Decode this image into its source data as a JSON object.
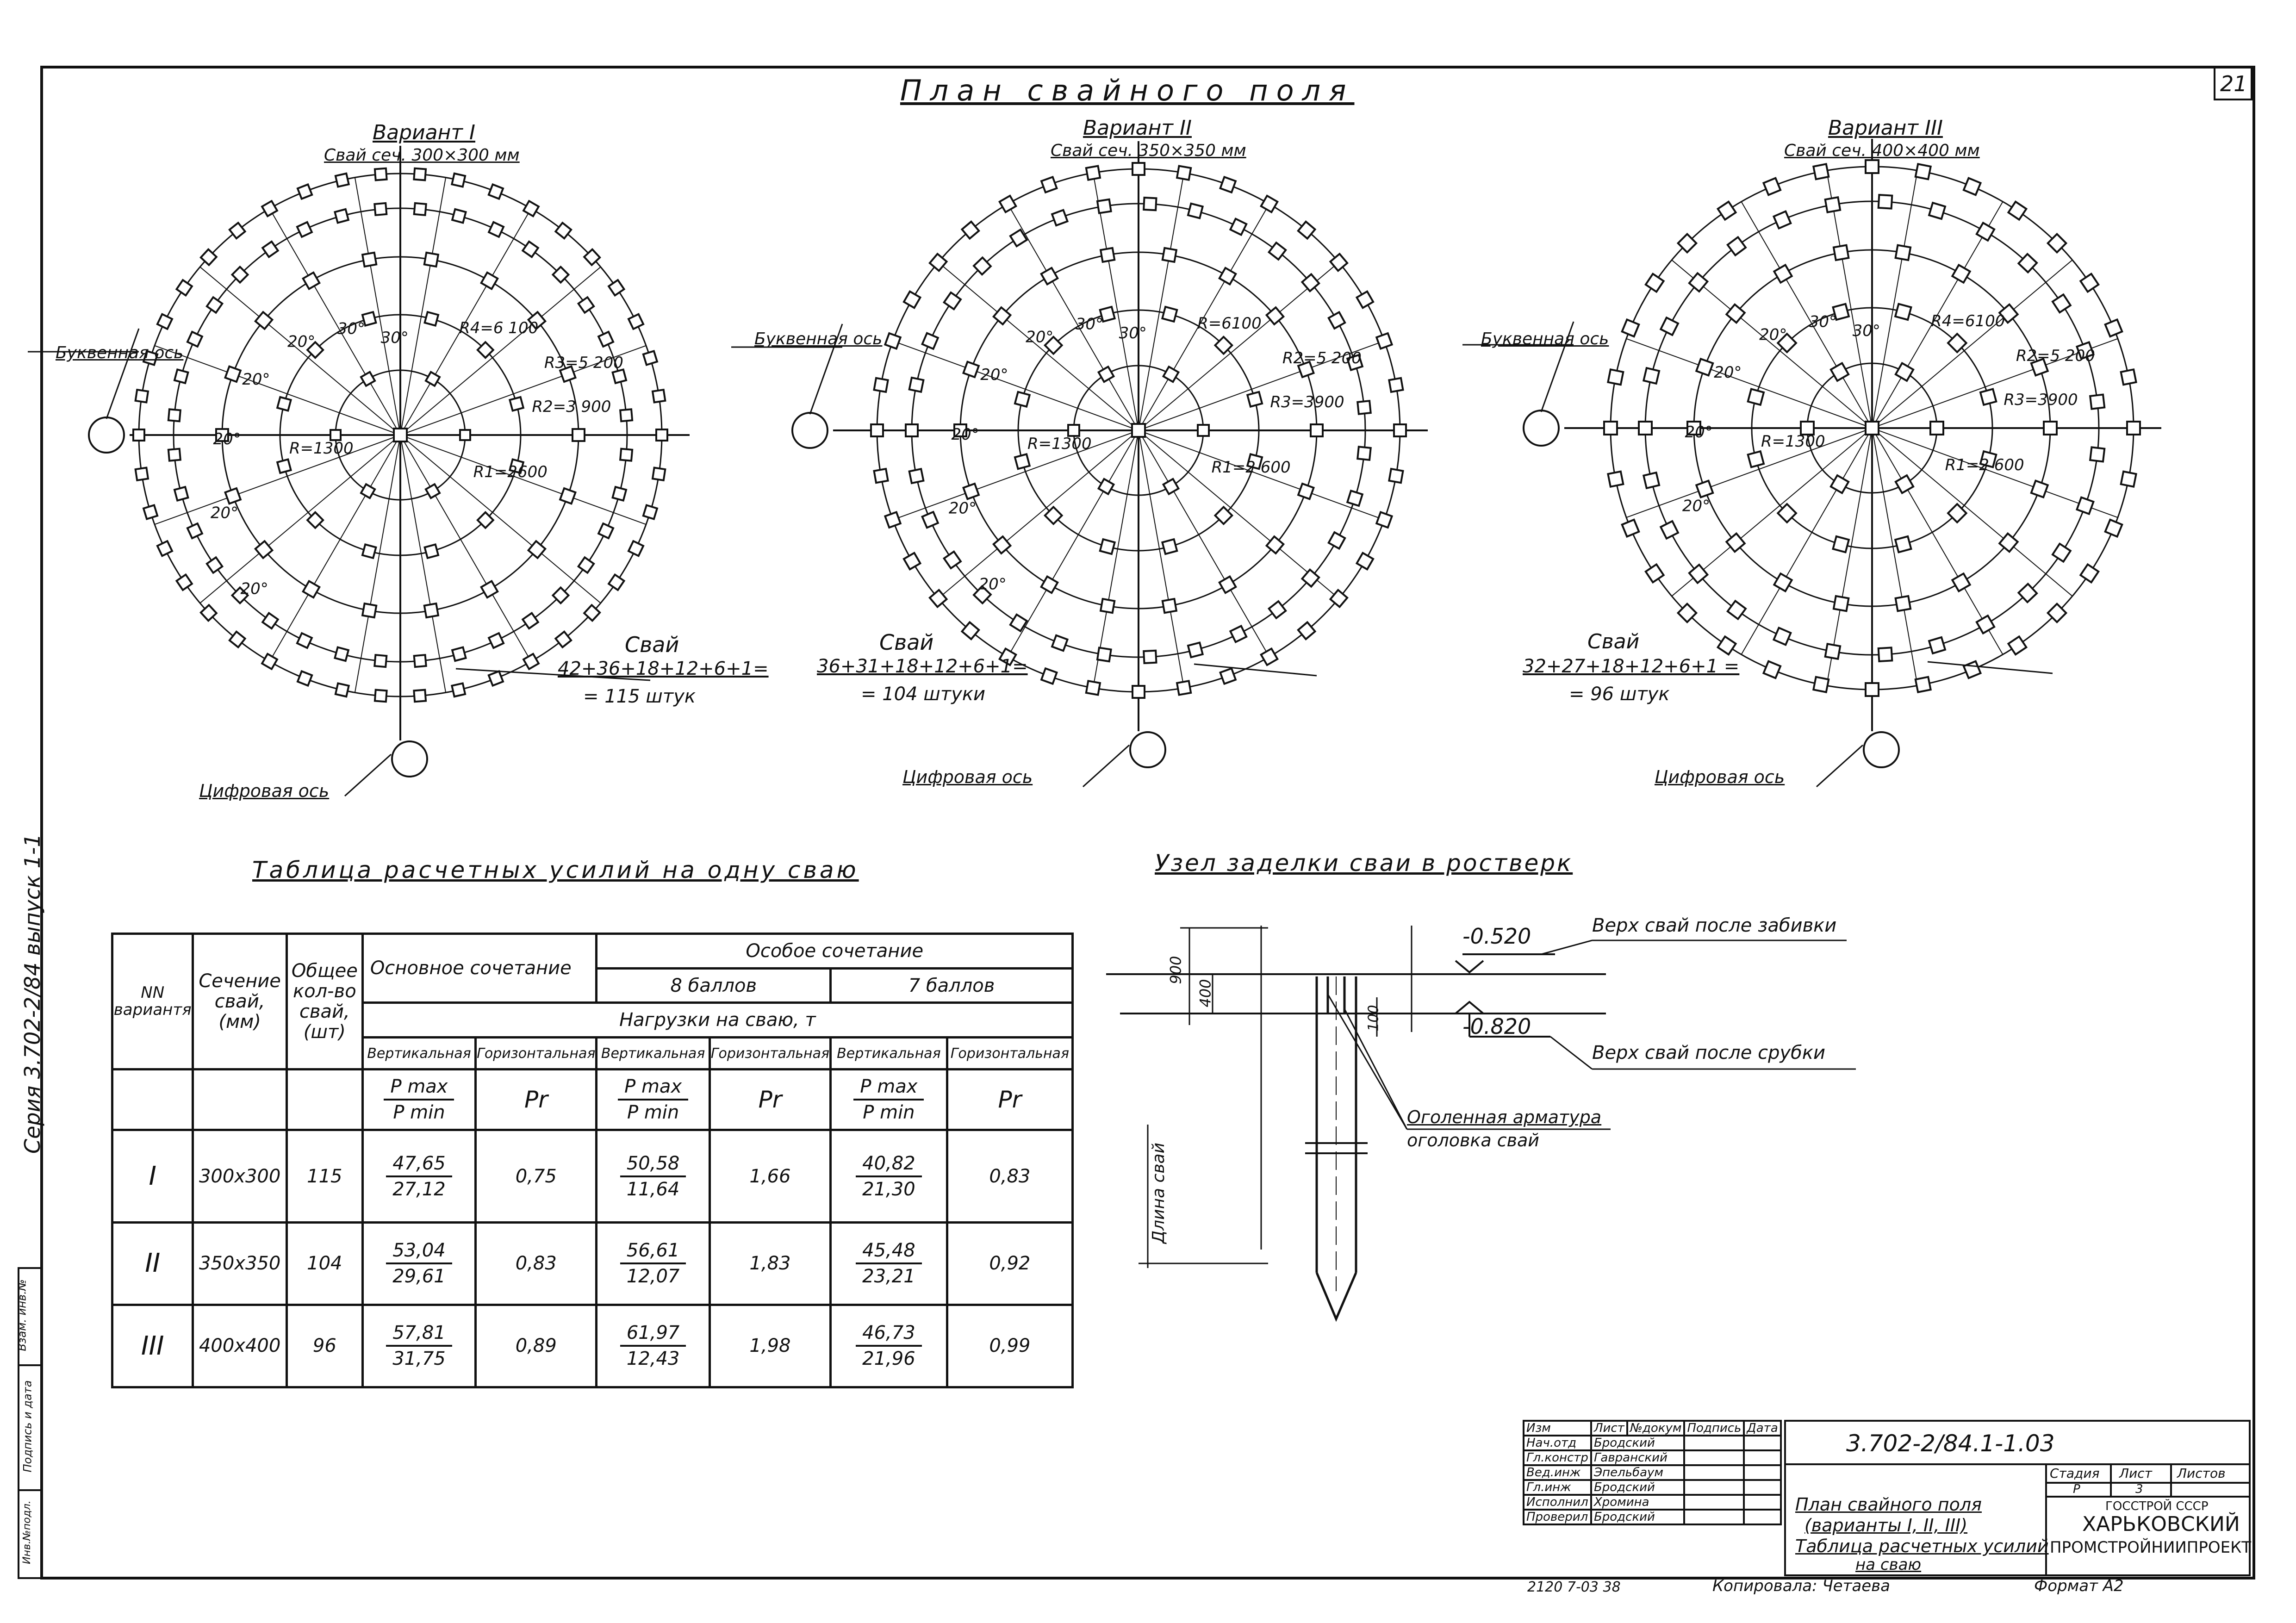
{
  "sheet": {
    "page_number": "21",
    "series_side": "Серия 3.702-2/84 выпуск 1-1",
    "side_stamp": [
      "Взам. инв.№",
      "Подпись и дата",
      "Инв.№подл."
    ]
  },
  "plan": {
    "title": "План свайного поля",
    "letter_axis": "Буквенная ось",
    "digit_axis": "Цифровая ось",
    "variants": [
      {
        "name": "Вариант I",
        "section": "Свай сеч. 300×300 мм",
        "count_label": "Свай",
        "count_formula": "42+36+18+12+6+1=",
        "count_total": "= 115 штук",
        "radii": [
          "R=1300",
          "R1=2600",
          "R2=3 900",
          "R3=5 200",
          "R4=6 100"
        ],
        "angles": [
          "30°",
          "30°",
          "20°",
          "20°",
          "20°",
          "20°",
          "20°"
        ]
      },
      {
        "name": "Вариант II",
        "section": "Свай сеч. 350×350 мм",
        "count_label": "Свай",
        "count_formula": "36+31+18+12+6+1=",
        "count_total": "= 104 штуки",
        "radii": [
          "R=1300",
          "R1=2 600",
          "R3=3900",
          "R2=5 200",
          "R=6100"
        ],
        "angles": [
          "30°",
          "30°",
          "20°",
          "20°",
          "20°",
          "20°",
          "20°"
        ]
      },
      {
        "name": "Вариант III",
        "section": "Свай сеч. 400×400 мм",
        "count_label": "Свай",
        "count_formula": "32+27+18+12+6+1 =",
        "count_total": "= 96 штук",
        "radii": [
          "R=1300",
          "R1=2 600",
          "R3=3900",
          "R2=5 200",
          "R4=6100"
        ],
        "angles": [
          "30°",
          "30°",
          "20°",
          "20°",
          "20°",
          "20°"
        ]
      }
    ]
  },
  "table": {
    "title": "Таблица расчетных усилий на одну сваю",
    "h_num": "NN вариантя",
    "h_section": "Сечение свай, (мм)",
    "h_total": "Общее кол-во свай, (шт)",
    "h_basic": "Основное сочетание",
    "h_special": "Особое сочетание",
    "h_8": "8 баллов",
    "h_7": "7 баллов",
    "h_loads": "Нагрузки на сваю, т",
    "h_vert": "Вертикальная",
    "h_horiz": "Горизонтальная",
    "h_pmax": "P max",
    "h_pmin": "P min",
    "h_pr": "Pr",
    "rows": [
      {
        "num": "I",
        "section": "300x300",
        "total": "115",
        "b_max": "47,65",
        "b_min": "27,12",
        "b_pr": "0,75",
        "s8_max": "50,58",
        "s8_min": "11,64",
        "s8_pr": "1,66",
        "s7_max": "40,82",
        "s7_min": "21,30",
        "s7_pr": "0,83"
      },
      {
        "num": "II",
        "section": "350x350",
        "total": "104",
        "b_max": "53,04",
        "b_min": "29,61",
        "b_pr": "0,83",
        "s8_max": "56,61",
        "s8_min": "12,07",
        "s8_pr": "1,83",
        "s7_max": "45,48",
        "s7_min": "23,21",
        "s7_pr": "0,92"
      },
      {
        "num": "III",
        "section": "400x400",
        "total": "96",
        "b_max": "57,81",
        "b_min": "31,75",
        "b_pr": "0,89",
        "s8_max": "61,97",
        "s8_min": "12,43",
        "s8_pr": "1,98",
        "s7_max": "46,73",
        "s7_min": "21,96",
        "s7_pr": "0,99"
      }
    ]
  },
  "node": {
    "title": "Узел заделки сваи в ростверк",
    "level_top": "-0.520",
    "level_bottom": "-0.820",
    "top_note": "Верх свай после забивки",
    "bottom_note": "Верх свай после срубки",
    "rebar_note1": "Оголенная арматура",
    "rebar_note2": "оголовка свай",
    "length_label": "Длина свай",
    "dim_900": "900",
    "dim_400": "400",
    "dim_100": "100"
  },
  "title_block": {
    "code": "3.702-2/84.1-1.03",
    "rows": [
      {
        "role": "Изм",
        "sheet": "Лист",
        "doc": "№докум",
        "sign": "Подпись",
        "date": "Дата"
      },
      {
        "role": "Нач.отд",
        "name": "Бродский"
      },
      {
        "role": "Гл.констр",
        "name": "Гавранский"
      },
      {
        "role": "Вед.инж",
        "name": "Эпельбаум"
      },
      {
        "role": "Гл.инж",
        "name": "Бродский"
      },
      {
        "role": "Исполнил",
        "name": "Хромина"
      },
      {
        "role": "Проверил",
        "name": "Бродский"
      }
    ],
    "description": [
      "План свайного поля",
      "(варианты I, II, III)",
      "Таблица расчетных усилий",
      "на сваю"
    ],
    "stage_h": "Стадия",
    "sheet_h": "Лист",
    "sheets_h": "Листов",
    "stage": "Р",
    "sheet": "3",
    "org1": "ГОССТРОЙ СССР",
    "org2": "ХАРЬКОВСКИЙ",
    "org3": "ПРОМСТРОЙНИИПРОЕКТ",
    "bottom_num": "2120 7-03 38",
    "copied": "Копировала: Четаева",
    "format": "Формат А2"
  }
}
